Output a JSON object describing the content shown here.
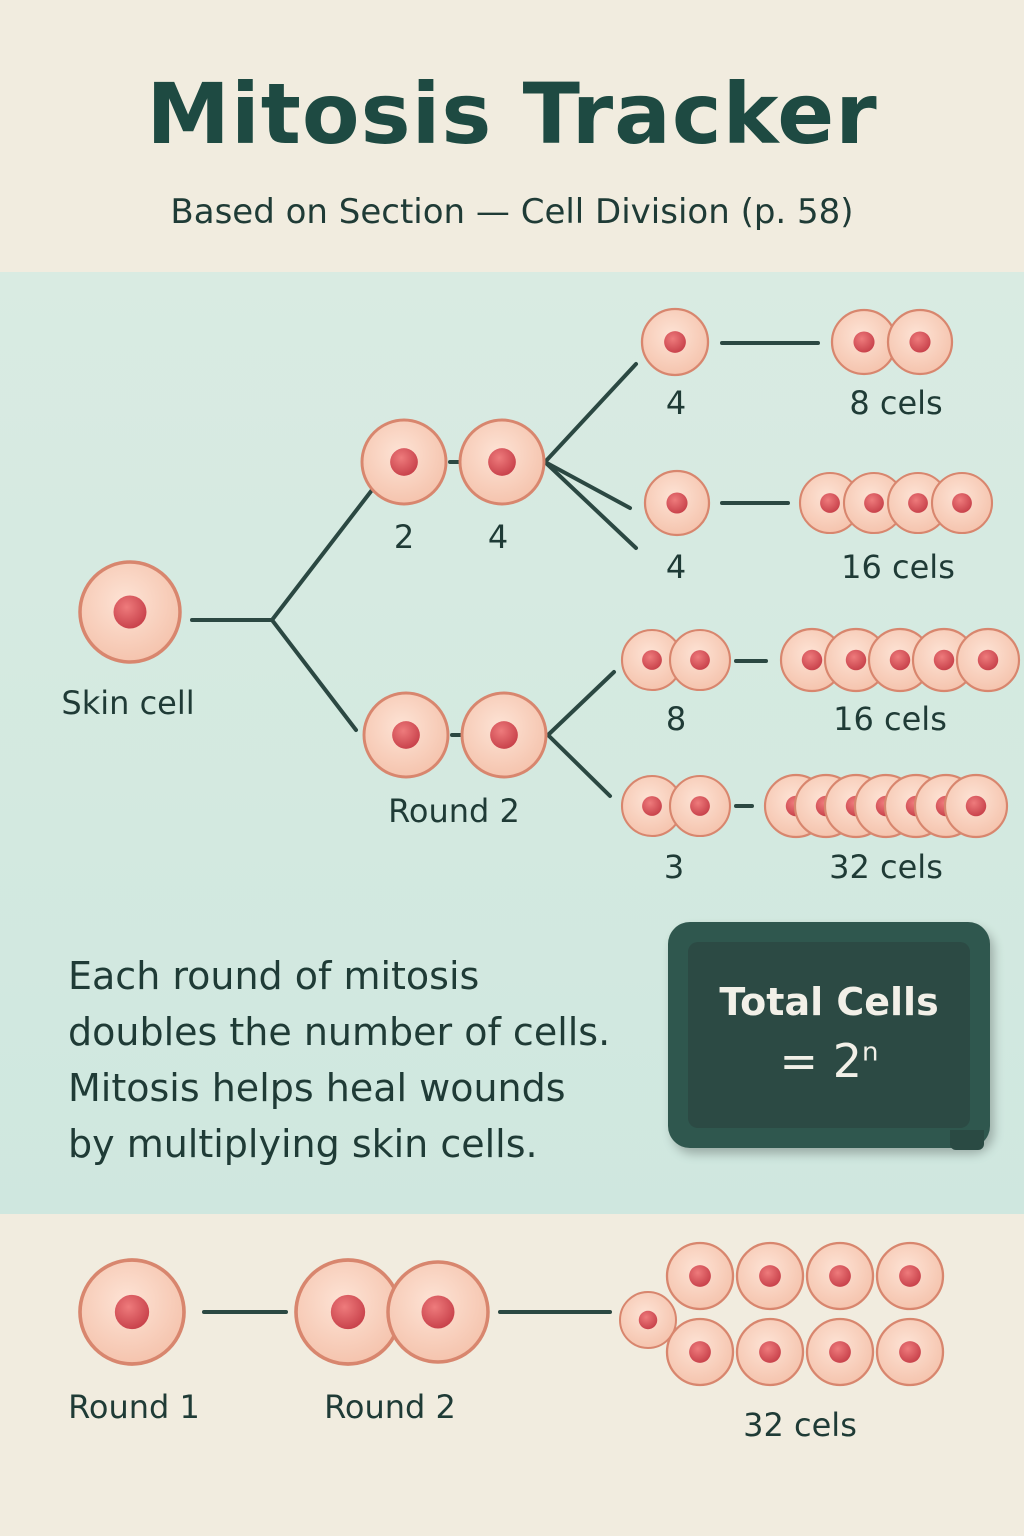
{
  "header": {
    "title": "Mitosis Tracker",
    "subtitle": "Based on Section — Cell Division (p. 58)"
  },
  "tree_labels": {
    "skin_cell": "Skin cell",
    "upper_mid_left": "2",
    "upper_mid_right": "4",
    "lower_mid": "Round 2",
    "branch_1": "4",
    "branch_1_result": "8 cels",
    "branch_2": "4",
    "branch_2_result": "16 cels",
    "branch_3": "8",
    "branch_3_result": "16 cels",
    "branch_4": "3",
    "branch_4_result": "32 cels"
  },
  "explanation": {
    "line1": "Each round of mitosis",
    "line2": "doubles the number of cells.",
    "line3": "Mitosis helps heal wounds",
    "line4": "by multiplying skin cells."
  },
  "board": {
    "line1": "Total Cells",
    "formula_base": "= 2",
    "formula_exp": "n"
  },
  "bottom_row": {
    "round1": "Round 1",
    "round2": "Round 2",
    "result": "32 cels"
  },
  "colors": {
    "cell_fill": "#f7cdb9",
    "cell_outline": "#d8866e",
    "nucleus": "#d9555c",
    "line": "#2b4842",
    "panel": "#d6ebe2",
    "board": "#2f574e"
  }
}
